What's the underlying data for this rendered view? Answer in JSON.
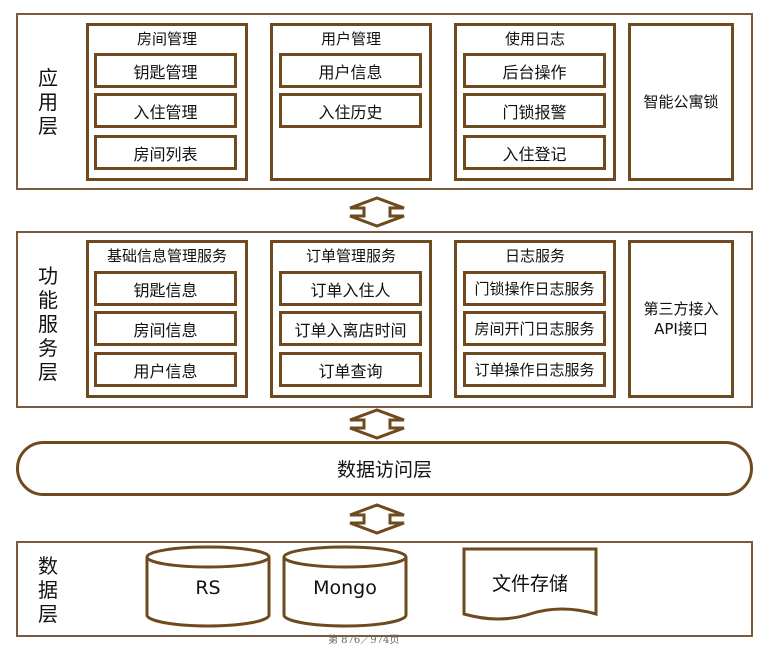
{
  "app_layer": {
    "label": "应\n用\n层",
    "groups": [
      {
        "title": "房间管理",
        "items": [
          "钥匙管理",
          "入住管理",
          "房间列表"
        ]
      },
      {
        "title": "用户管理",
        "items": [
          "用户信息",
          "入住历史"
        ]
      },
      {
        "title": "使用日志",
        "items": [
          "后台操作",
          "门锁报警",
          "入住登记"
        ]
      }
    ],
    "side": "智能公寓锁"
  },
  "service_layer": {
    "label": "功\n能\n服\n务\n层",
    "groups": [
      {
        "title": "基础信息管理服务",
        "items": [
          "钥匙信息",
          "房间信息",
          "用户信息"
        ]
      },
      {
        "title": "订单管理服务",
        "items": [
          "订单入住人",
          "订单入离店时间",
          "订单查询"
        ]
      },
      {
        "title": "日志服务",
        "items": [
          "门锁操作日志服务",
          "房间开门日志服务",
          "订单操作日志服务"
        ]
      }
    ],
    "side": "第三方接入\nAPI接口"
  },
  "data_access_layer": {
    "label": "数据访问层"
  },
  "data_layer": {
    "label": "数\n据\n层",
    "stores": [
      "RS",
      "Mongo",
      "文件存储"
    ]
  },
  "footer": "第 876／974页",
  "colors": {
    "border": "#6e4a1e",
    "layer_border": "#7a5a3a"
  }
}
